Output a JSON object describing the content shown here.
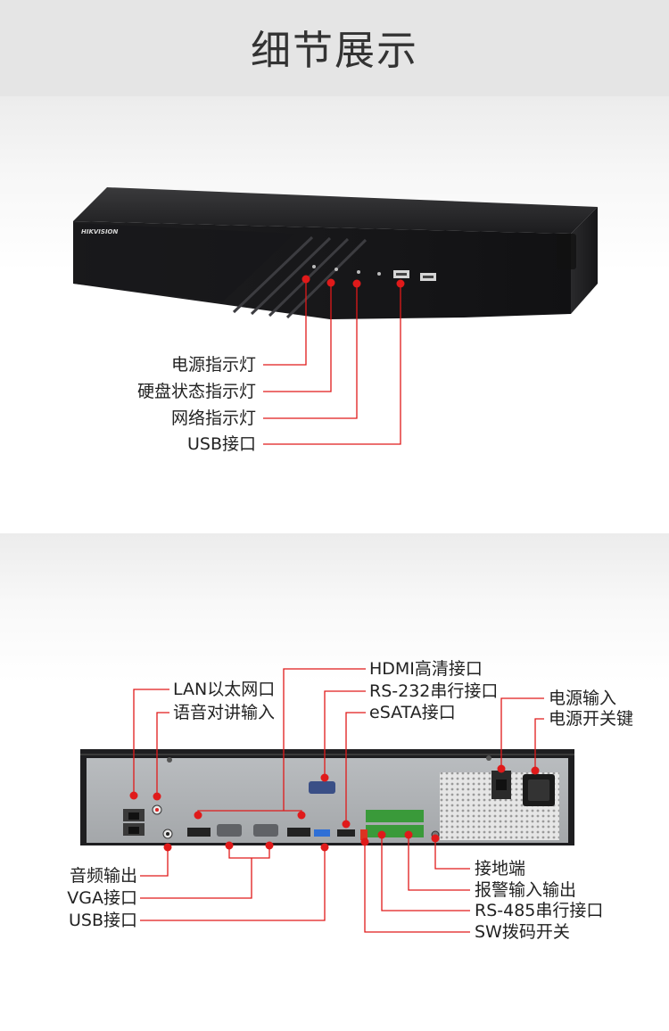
{
  "header": {
    "title": "细节展示"
  },
  "front": {
    "brand": "HIKVISION",
    "labels": {
      "power": "电源指示灯",
      "hdd": "硬盘状态指示灯",
      "network": "网络指示灯",
      "usb": "USB接口"
    }
  },
  "rear": {
    "labels": {
      "hdmi": "HDMI高清接口",
      "lan": "LAN以太网口",
      "rs232": "RS-232串行接口",
      "power_in": "电源输入",
      "audio_in": "语音对讲输入",
      "esata": "eSATA接口",
      "power_switch": "电源开关键",
      "audio_out": "音频输出",
      "vga": "VGA接口",
      "usb": "USB接口",
      "ground": "接地端",
      "alarm": "报警输入输出",
      "rs485": "RS-485串行接口",
      "sw": "SW拨码开关"
    }
  },
  "colors": {
    "leader": "#e01a1a",
    "header_bg": "#e5e5e5"
  }
}
